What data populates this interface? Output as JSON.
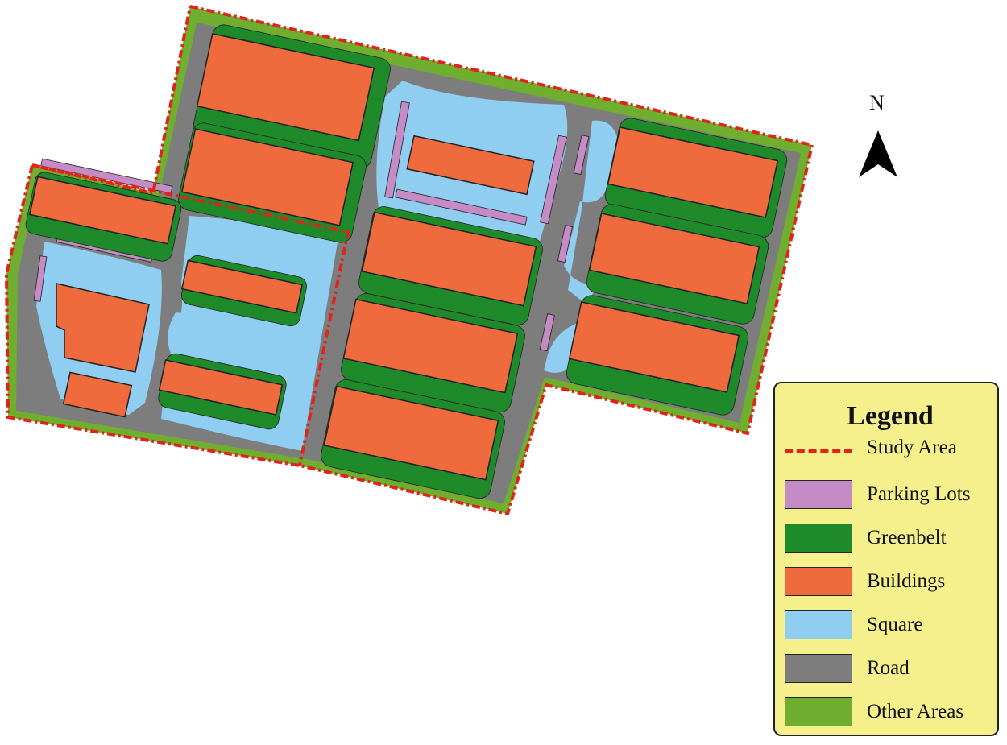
{
  "north": {
    "label": "N",
    "icon": "north-arrow-icon"
  },
  "legend": {
    "title": "Legend",
    "items": [
      {
        "label": "Study Area",
        "color": "#e0241a",
        "kind": "line"
      },
      {
        "label": "Parking Lots",
        "color": "#c48bc4",
        "kind": "fill"
      },
      {
        "label": "Greenbelt",
        "color": "#1e8a2a",
        "kind": "fill"
      },
      {
        "label": "Buildings",
        "color": "#ef6a3c",
        "kind": "fill"
      },
      {
        "label": "Square",
        "color": "#8fcdf1",
        "kind": "fill"
      },
      {
        "label": "Road",
        "color": "#7d7d7d",
        "kind": "fill"
      },
      {
        "label": "Other Areas",
        "color": "#6fae2f",
        "kind": "fill"
      }
    ]
  },
  "colors": {
    "study_area": "#e0241a",
    "parking": "#c48bc4",
    "greenbelt": "#1e8a2a",
    "buildings": "#ef6a3c",
    "square": "#8fcdf1",
    "road": "#7d7d7d",
    "other": "#6fae2f"
  }
}
